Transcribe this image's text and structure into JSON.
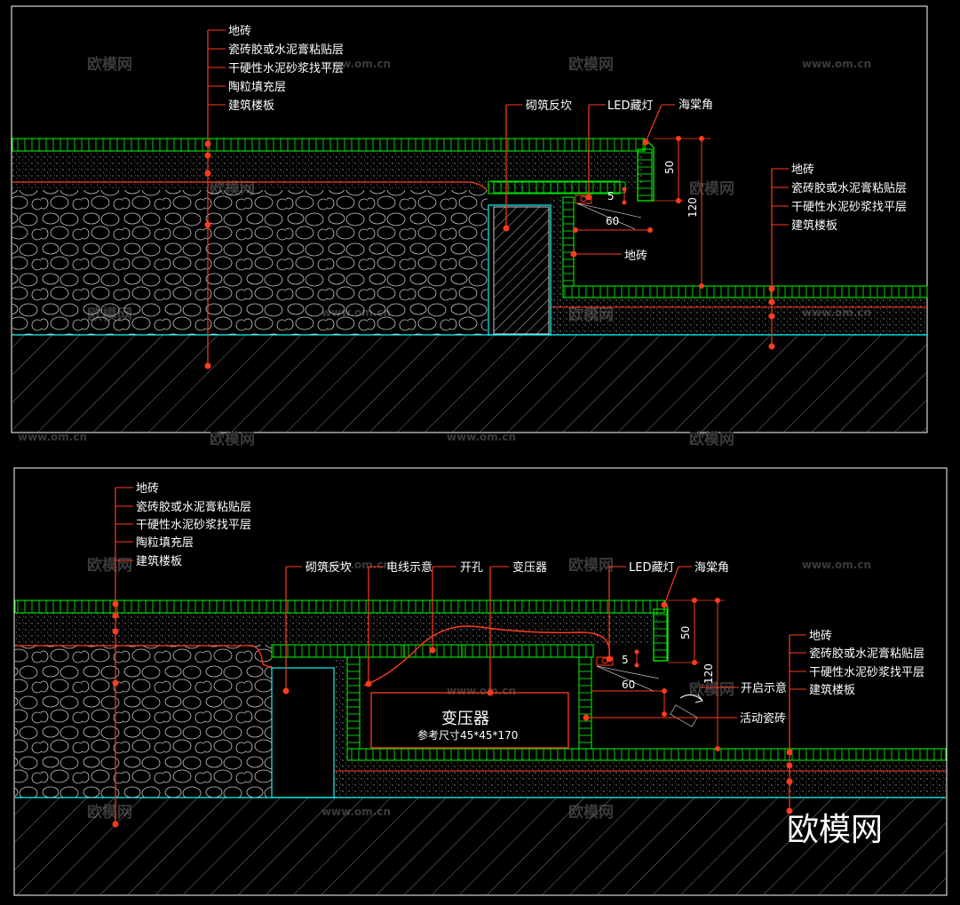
{
  "watermark": {
    "brand": "欧模网",
    "url": "www.om.cn"
  },
  "section_a": {
    "left_layers": [
      "地砖",
      "瓷砖胶或水泥膏粘贴层",
      "干硬性水泥砂浆找平层",
      "陶粒填充层",
      "建筑楼板"
    ],
    "curb_label": "砌筑反坎",
    "led_label": "LED藏灯",
    "corner_label": "海棠角",
    "right_layers": [
      "地砖",
      "瓷砖胶或水泥膏粘贴层",
      "干硬性水泥砂浆找平层",
      "建筑楼板"
    ],
    "tile_label": "地砖",
    "dims": {
      "d50": "50",
      "d120": "120",
      "d5": "5",
      "d60": "60"
    }
  },
  "section_b": {
    "left_layers": [
      "地砖",
      "瓷砖胶或水泥膏粘贴层",
      "干硬性水泥砂浆找平层",
      "陶粒填充层",
      "建筑楼板"
    ],
    "curb_label": "砌筑反坎",
    "wire_label": "电线示意",
    "hole_label": "开孔",
    "transformer_label": "变压器",
    "led_label": "LED藏灯",
    "corner_label": "海棠角",
    "right_layers": [
      "地砖",
      "瓷砖胶或水泥膏粘贴层",
      "干硬性水泥砂浆找平层",
      "建筑楼板"
    ],
    "open_label": "开启示意",
    "removable_label": "活动瓷砖",
    "transformer_title": "变压器",
    "transformer_size": "参考尺寸45*45*170",
    "dims": {
      "d50": "50",
      "d120": "120",
      "d5": "5",
      "d60": "60"
    }
  },
  "logo_text": "欧模网",
  "colors": {
    "background": "#000000",
    "frame": "#ffffff",
    "tile": "#00ff00",
    "wall": "#00ffff",
    "leader": "#ff3b1f",
    "text": "#ffffff",
    "watermark": "#3a3a3a"
  }
}
